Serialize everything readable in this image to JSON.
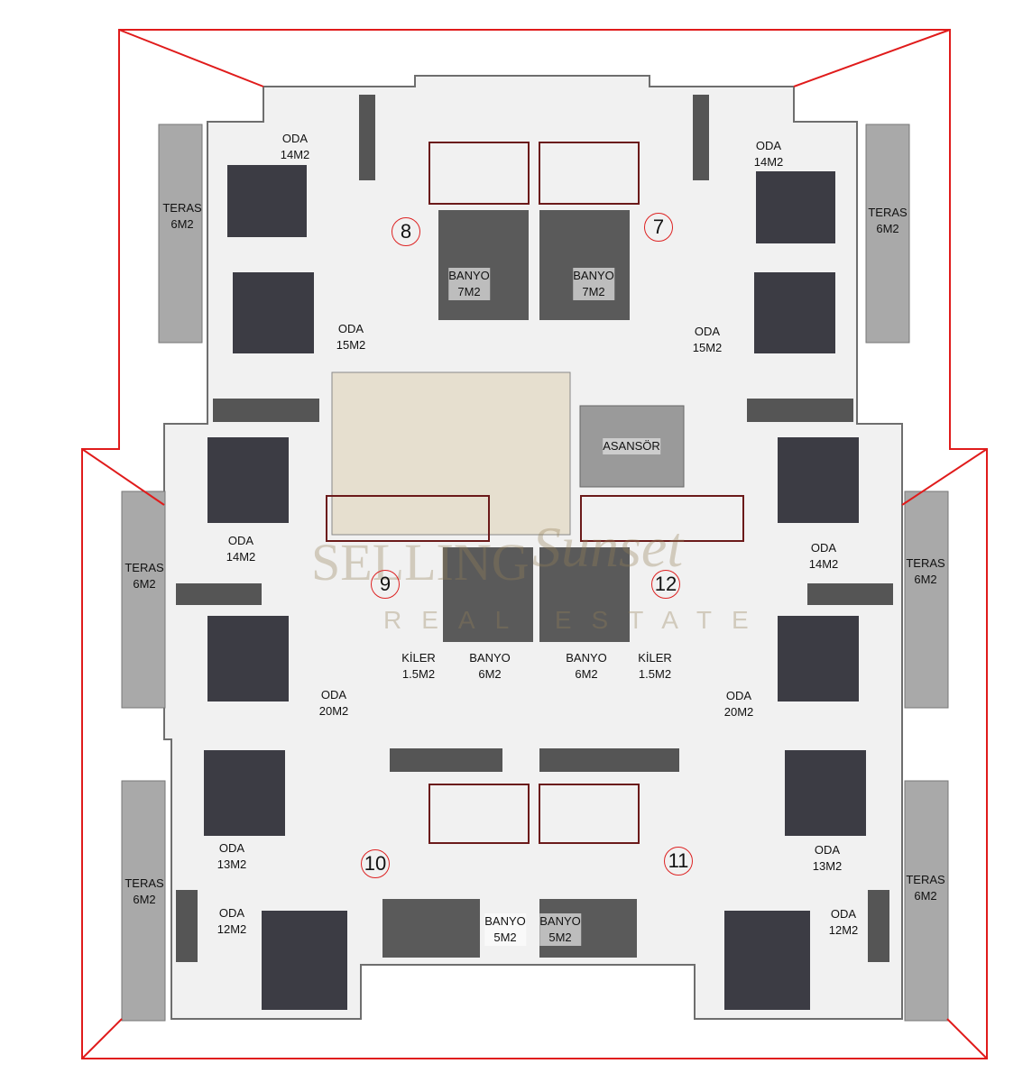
{
  "colors": {
    "boundary": "#e01b1b",
    "wall": "#6e6e6e",
    "floor": "#f1f1f1",
    "terrace": "#a9a9a9",
    "bath": "#5a5a5a",
    "bed": "#3c3c44",
    "stairs": "#6b1a1a",
    "marker": "#d22222"
  },
  "watermark": {
    "line1": "SELLING",
    "script": "Sunset",
    "line2": "REAL ESTATE"
  },
  "units": [
    {
      "number": "8",
      "rooms": [
        {
          "name": "ODA",
          "area": "14M2"
        },
        {
          "name": "TERAS",
          "area": "6M2"
        },
        {
          "name": "ODA",
          "area": "15M2"
        },
        {
          "name": "BANYO",
          "area": "7M2"
        }
      ]
    },
    {
      "number": "7",
      "rooms": [
        {
          "name": "ODA",
          "area": "14M2"
        },
        {
          "name": "TERAS",
          "area": "6M2"
        },
        {
          "name": "ODA",
          "area": "15M2"
        },
        {
          "name": "BANYO",
          "area": "7M2"
        }
      ]
    },
    {
      "number": "9",
      "rooms": [
        {
          "name": "ODA",
          "area": "14M2"
        },
        {
          "name": "TERAS",
          "area": "6M2"
        },
        {
          "name": "ODA",
          "area": "20M2"
        },
        {
          "name": "KİLER",
          "area": "1.5M2"
        },
        {
          "name": "BANYO",
          "area": "6M2"
        }
      ]
    },
    {
      "number": "12",
      "rooms": [
        {
          "name": "ODA",
          "area": "14M2"
        },
        {
          "name": "TERAS",
          "area": "6M2"
        },
        {
          "name": "ODA",
          "area": "20M2"
        },
        {
          "name": "KİLER",
          "area": "1.5M2"
        },
        {
          "name": "BANYO",
          "area": "6M2"
        }
      ]
    },
    {
      "number": "10",
      "rooms": [
        {
          "name": "ODA",
          "area": "13M2"
        },
        {
          "name": "TERAS",
          "area": "6M2"
        },
        {
          "name": "ODA",
          "area": "12M2"
        },
        {
          "name": "BANYO",
          "area": "5M2"
        }
      ]
    },
    {
      "number": "11",
      "rooms": [
        {
          "name": "ODA",
          "area": "13M2"
        },
        {
          "name": "TERAS",
          "area": "6M2"
        },
        {
          "name": "ODA",
          "area": "12M2"
        },
        {
          "name": "BANYO",
          "area": "5M2"
        }
      ]
    }
  ],
  "common": {
    "elevator": "ASANSÖR"
  }
}
